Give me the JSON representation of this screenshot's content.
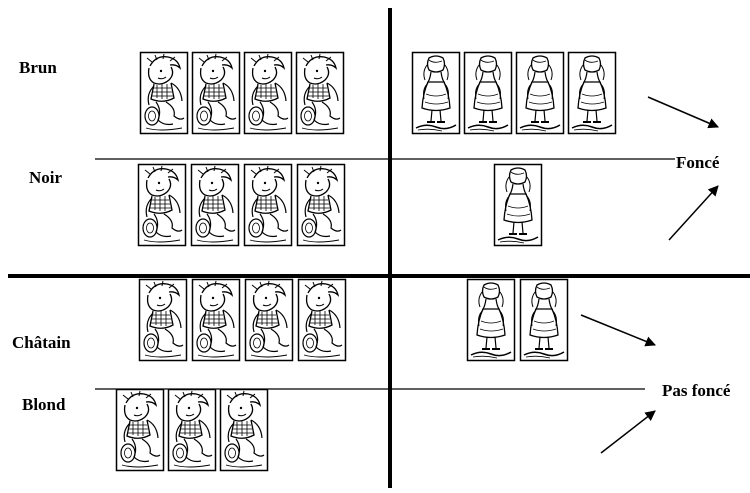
{
  "row_labels": {
    "brun": "Brun",
    "noir": "Noir",
    "chatain": "Châtain",
    "blond": "Blond"
  },
  "group_labels": {
    "fonce": "Foncé",
    "pas_fonce": "Pas foncé"
  },
  "counts": {
    "brun": {
      "boys": 4,
      "girls": 4
    },
    "noir": {
      "boys": 4,
      "girls": 1
    },
    "chatain": {
      "boys": 4,
      "girls": 2
    },
    "blond": {
      "boys": 3,
      "girls": 0
    }
  },
  "icons": {
    "boy": "boy-card-icon",
    "girl": "girl-card-icon",
    "arrow": "arrow-icon"
  }
}
